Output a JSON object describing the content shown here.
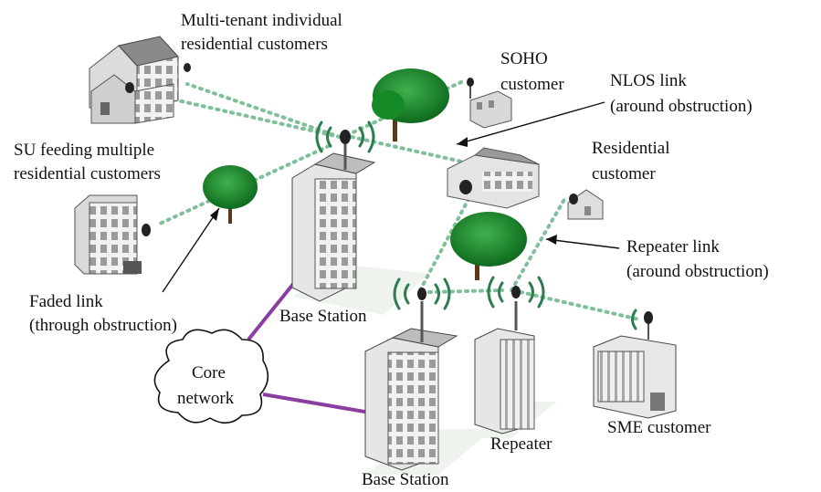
{
  "labels": {
    "multi_tenant_line1": "Multi-tenant individual",
    "multi_tenant_line2": "residential customers",
    "soho_line1": "SOHO",
    "soho_line2": "customer",
    "nlos_line1": "NLOS link",
    "nlos_line2": "(around obstruction)",
    "su_feeding_line1": "SU feeding multiple",
    "su_feeding_line2": "residential customers",
    "residential_line1": "Residential",
    "residential_line2": "customer",
    "repeater_link_line1": "Repeater link",
    "repeater_link_line2": "(around obstruction)",
    "faded_line1": "Faded link",
    "faded_line2": "(through obstruction)",
    "base_station_1": "Base Station",
    "core_line1": "Core",
    "core_line2": "network",
    "repeater": "Repeater",
    "sme_customer": "SME customer",
    "base_station_2": "Base Station"
  },
  "colors": {
    "link_dots": "#7fbf9a",
    "backhaul": "#8a3fa0",
    "tree": "#1f8a2e",
    "antenna_wave": "#2e7d4f"
  }
}
